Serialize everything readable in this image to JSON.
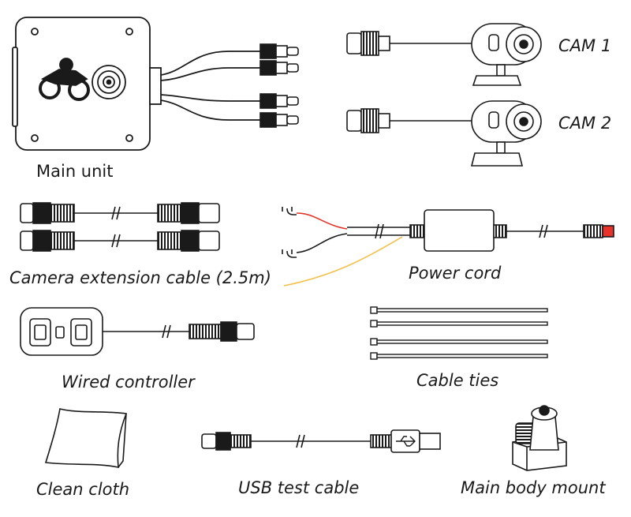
{
  "labels": {
    "main_unit": "Main unit",
    "cam1": "CAM 1",
    "cam2": "CAM 2",
    "extension": "Camera extension cable (2.5m)",
    "power": "Power cord",
    "controller": "Wired controller",
    "ties": "Cable ties",
    "cloth": "Clean cloth",
    "usb": "USB test cable",
    "mount": "Main body mount"
  },
  "colors": {
    "line": "#1a1a1a",
    "red_wire": "#e0352b",
    "yellow_wire": "#f2c14e",
    "plug_red": "#e8322a"
  }
}
